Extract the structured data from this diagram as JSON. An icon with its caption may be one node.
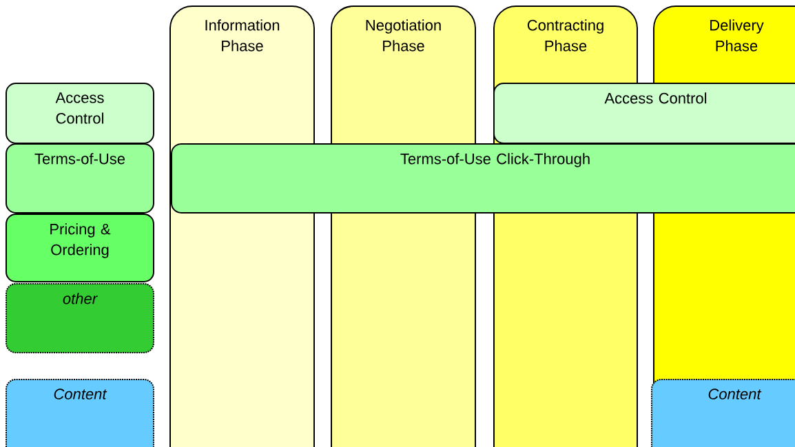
{
  "diagram": {
    "nodes": [
      {
        "text": [
          "Information Phase"
        ]
      },
      {
        "text": [
          "Negotiation Phase"
        ]
      },
      {
        "text": [
          "Contracting Phase"
        ]
      },
      {
        "text": [
          "Delivery Phase"
        ]
      },
      {
        "text": [
          "Access Control"
        ]
      },
      {
        "text": [
          "Terms-of-Use"
        ]
      },
      {
        "text": [
          "Pricing & Ordering"
        ]
      },
      {
        "text": [
          "other"
        ]
      },
      {
        "text": [
          "Content"
        ]
      },
      {
        "text": [
          "Access Control"
        ]
      },
      {
        "text": [
          "Terms-of-Use Click-Through"
        ]
      },
      {
        "text": [
          "Content"
        ],
        "in": 3
      }
    ]
  }
}
